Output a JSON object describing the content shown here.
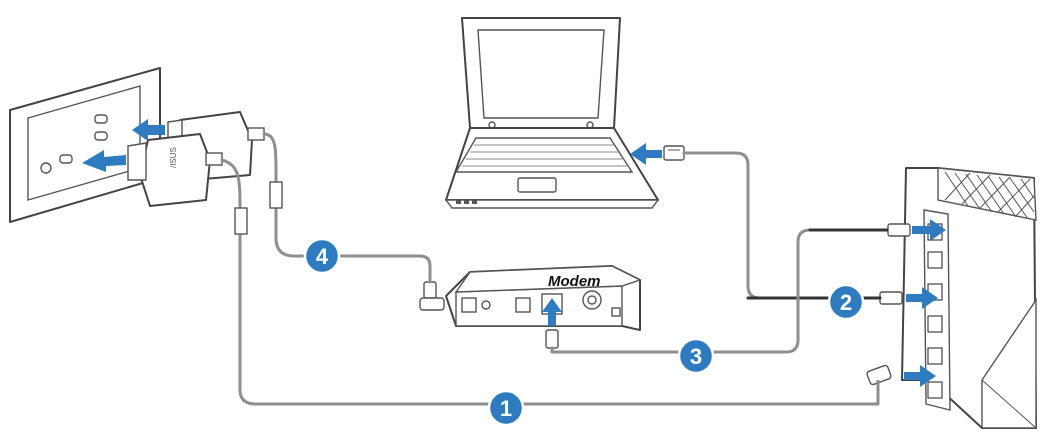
{
  "diagram": {
    "modem_label": "Modem",
    "adapter_brand": "/ISUS",
    "badges": [
      {
        "id": "1",
        "label": "1"
      },
      {
        "id": "2",
        "label": "2"
      },
      {
        "id": "3",
        "label": "3"
      },
      {
        "id": "4",
        "label": "4"
      }
    ]
  },
  "colors": {
    "accent": "#2e7bbf",
    "cable": "#8f8f8f",
    "outline": "#444444"
  }
}
